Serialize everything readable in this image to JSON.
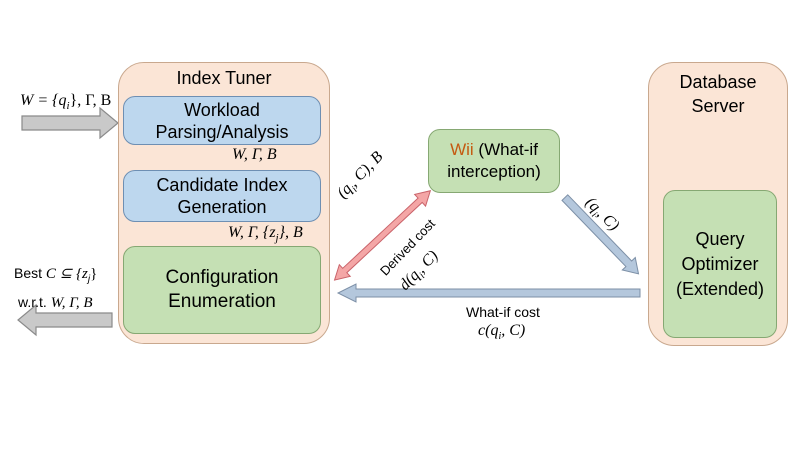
{
  "input_label": "W = {q_i}, Γ, B",
  "input_math": {
    "w": "W = {",
    "q": "q",
    "i": "i",
    "rest": "}, Γ, B"
  },
  "tuner": {
    "title": "Index Tuner",
    "parsing_line1": "Workload",
    "parsing_line2": "Parsing/Analysis",
    "after_parsing": "W, Γ, B",
    "candidate_line1": "Candidate Index",
    "candidate_line2": "Generation",
    "after_candidate": {
      "pre": "W, Γ, {",
      "z": "z",
      "j": "j",
      "post": "}, B"
    },
    "enum_line1": "Configuration",
    "enum_line2": "Enumeration"
  },
  "output_label": {
    "line1_pre": "Best ",
    "line1_math": "C ⊆ {z",
    "line1_sub": "j",
    "line1_post": "}",
    "line2_pre": "w.r.t. ",
    "line2_math": "W, Γ, B"
  },
  "wii": {
    "name": "Wii",
    "rest": " (What-if",
    "line2": "interception)"
  },
  "db": {
    "title_line1": "Database",
    "title_line2": "Server",
    "optimizer_line1": "Query",
    "optimizer_line2": "Optimizer",
    "optimizer_line3": "(Extended)"
  },
  "edges": {
    "qiCB": "(q_i, C), B",
    "derived_cost_label": "Derived cost",
    "derived_cost_math": "d(q_i, C)",
    "qiC": "(q_i, C)",
    "whatif_label": "What-if cost",
    "whatif_math": "c(q_i, C)"
  },
  "colors": {
    "panel": "#fbe5d6",
    "blue_box": "#bdd7ee",
    "green_box": "#c5e0b4",
    "arrow_gray": "#d0d0d0",
    "arrow_blue": "#b4c7dc",
    "arrow_pink": "#f4a6a6",
    "wii_accent": "#c55a11"
  }
}
